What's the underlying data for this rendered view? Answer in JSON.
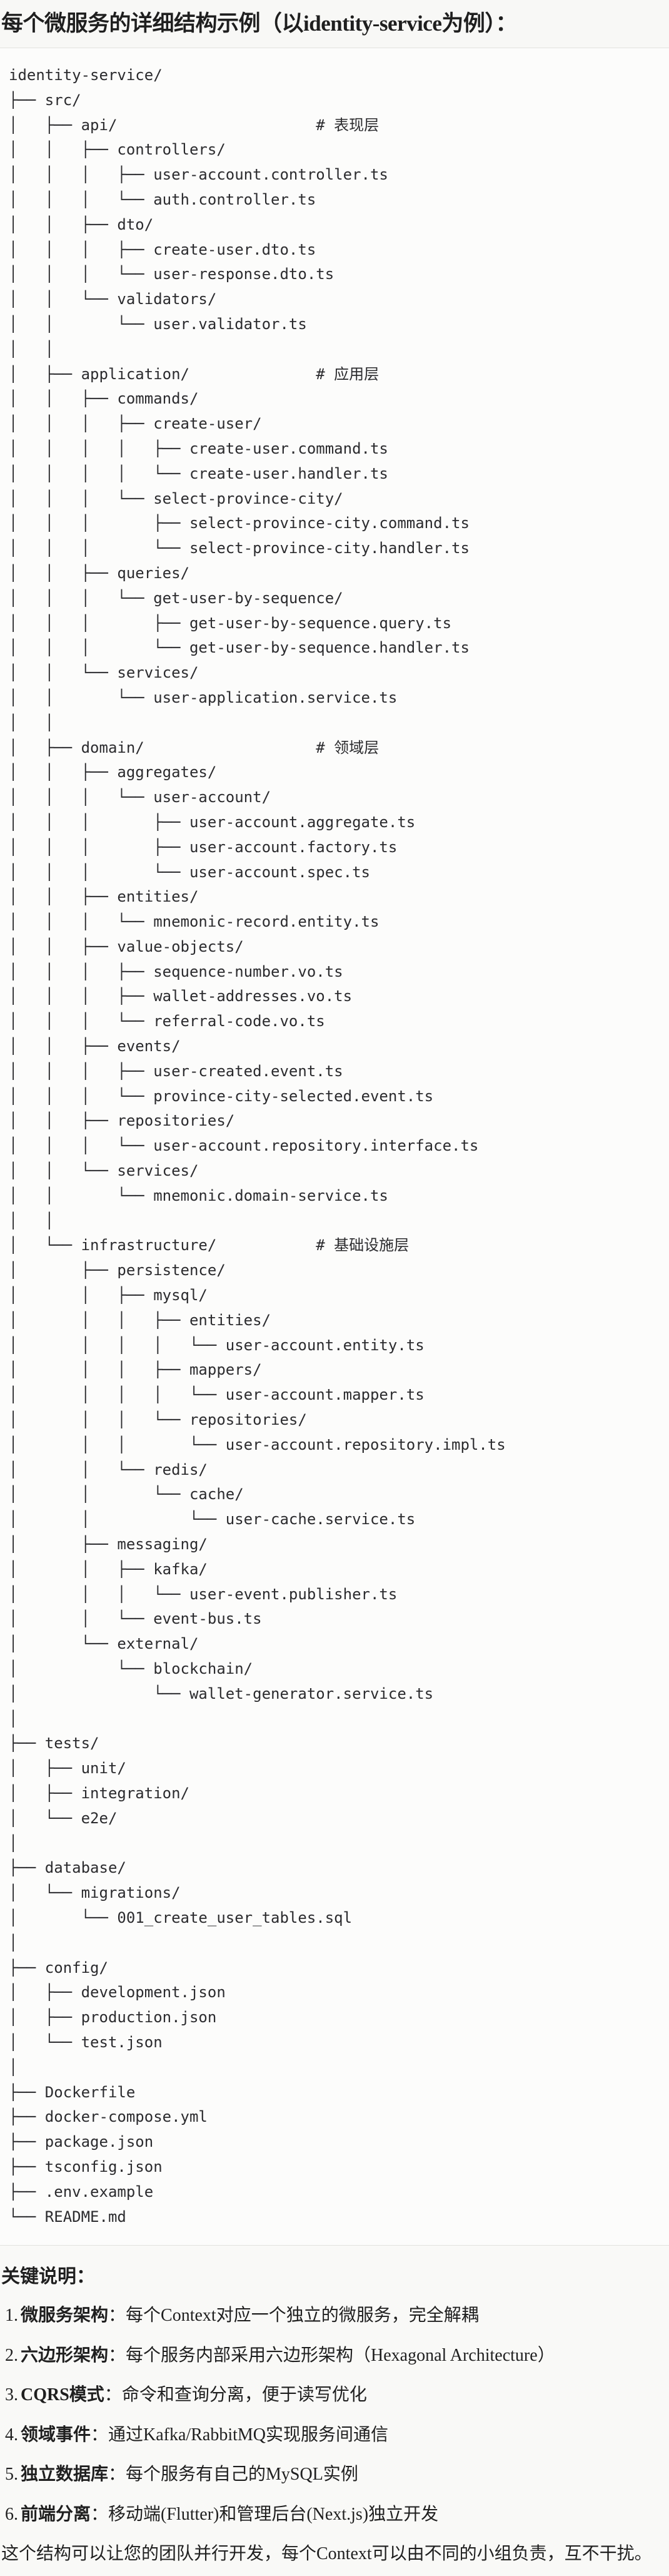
{
  "title": "每个微服务的详细结构示例（以identity-service为例）：",
  "tree": {
    "lines": [
      "identity-service/",
      "├── src/",
      "│   ├── api/                      # 表现层",
      "│   │   ├── controllers/",
      "│   │   │   ├── user-account.controller.ts",
      "│   │   │   └── auth.controller.ts",
      "│   │   ├── dto/",
      "│   │   │   ├── create-user.dto.ts",
      "│   │   │   └── user-response.dto.ts",
      "│   │   └── validators/",
      "│   │       └── user.validator.ts",
      "│   │",
      "│   ├── application/              # 应用层",
      "│   │   ├── commands/",
      "│   │   │   ├── create-user/",
      "│   │   │   │   ├── create-user.command.ts",
      "│   │   │   │   └── create-user.handler.ts",
      "│   │   │   └── select-province-city/",
      "│   │   │       ├── select-province-city.command.ts",
      "│   │   │       └── select-province-city.handler.ts",
      "│   │   ├── queries/",
      "│   │   │   └── get-user-by-sequence/",
      "│   │   │       ├── get-user-by-sequence.query.ts",
      "│   │   │       └── get-user-by-sequence.handler.ts",
      "│   │   └── services/",
      "│   │       └── user-application.service.ts",
      "│   │",
      "│   ├── domain/                   # 领域层",
      "│   │   ├── aggregates/",
      "│   │   │   └── user-account/",
      "│   │   │       ├── user-account.aggregate.ts",
      "│   │   │       ├── user-account.factory.ts",
      "│   │   │       └── user-account.spec.ts",
      "│   │   ├── entities/",
      "│   │   │   └── mnemonic-record.entity.ts",
      "│   │   ├── value-objects/",
      "│   │   │   ├── sequence-number.vo.ts",
      "│   │   │   ├── wallet-addresses.vo.ts",
      "│   │   │   └── referral-code.vo.ts",
      "│   │   ├── events/",
      "│   │   │   ├── user-created.event.ts",
      "│   │   │   └── province-city-selected.event.ts",
      "│   │   ├── repositories/",
      "│   │   │   └── user-account.repository.interface.ts",
      "│   │   └── services/",
      "│   │       └── mnemonic.domain-service.ts",
      "│   │",
      "│   └── infrastructure/           # 基础设施层",
      "│       ├── persistence/",
      "│       │   ├── mysql/",
      "│       │   │   ├── entities/",
      "│       │   │   │   └── user-account.entity.ts",
      "│       │   │   ├── mappers/",
      "│       │   │   │   └── user-account.mapper.ts",
      "│       │   │   └── repositories/",
      "│       │   │       └── user-account.repository.impl.ts",
      "│       │   └── redis/",
      "│       │       └── cache/",
      "│       │           └── user-cache.service.ts",
      "│       ├── messaging/",
      "│       │   ├── kafka/",
      "│       │   │   └── user-event.publisher.ts",
      "│       │   └── event-bus.ts",
      "│       └── external/",
      "│           └── blockchain/",
      "│               └── wallet-generator.service.ts",
      "│",
      "├── tests/",
      "│   ├── unit/",
      "│   ├── integration/",
      "│   └── e2e/",
      "│",
      "├── database/",
      "│   └── migrations/",
      "│       └── 001_create_user_tables.sql",
      "│",
      "├── config/",
      "│   ├── development.json",
      "│   ├── production.json",
      "│   └── test.json",
      "│",
      "├── Dockerfile",
      "├── docker-compose.yml",
      "├── package.json",
      "├── tsconfig.json",
      "├── .env.example",
      "└── README.md"
    ]
  },
  "notes": {
    "heading": "关键说明：",
    "items": [
      {
        "num": "1.",
        "term": "微服务架构",
        "sep": "：",
        "text": "每个Context对应一个独立的微服务，完全解耦"
      },
      {
        "num": "2.",
        "term": "六边形架构",
        "sep": "：",
        "text": "每个服务内部采用六边形架构（Hexagonal Architecture）"
      },
      {
        "num": "3.",
        "term": "CQRS模式",
        "sep": "：",
        "text": "命令和查询分离，便于读写优化"
      },
      {
        "num": "4.",
        "term": "领域事件",
        "sep": "：",
        "text": "通过Kafka/RabbitMQ实现服务间通信"
      },
      {
        "num": "5.",
        "term": "独立数据库",
        "sep": "：",
        "text": "每个服务有自己的MySQL实例"
      },
      {
        "num": "6.",
        "term": "前端分离",
        "sep": "：",
        "text": "移动端(Flutter)和管理后台(Next.js)独立开发"
      }
    ],
    "summary": "这个结构可以让您的团队并行开发，每个Context可以由不同的小组负责，互不干扰。"
  }
}
